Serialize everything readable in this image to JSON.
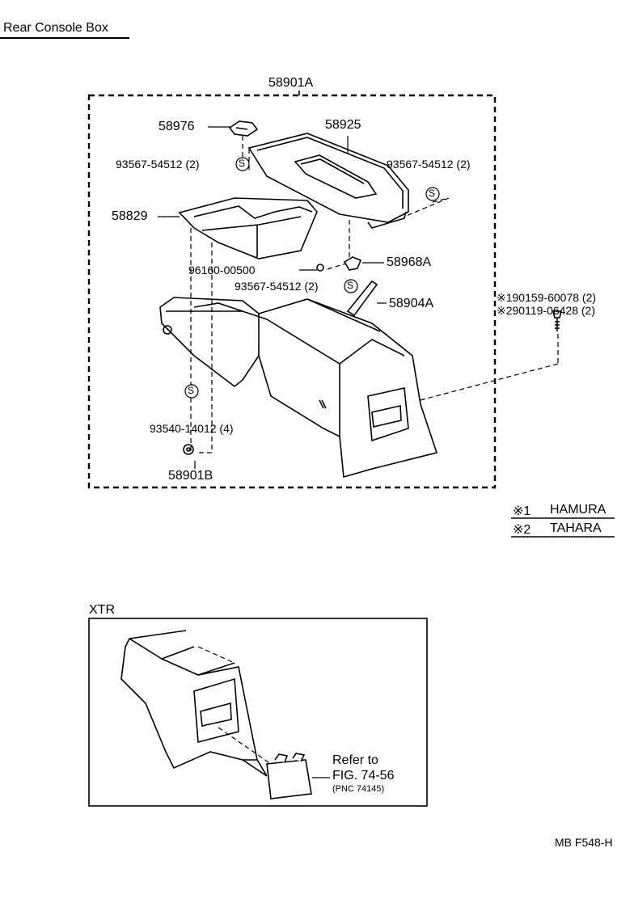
{
  "title": "Rear Console Box",
  "parts": {
    "assy": "58901A",
    "p58976": "58976",
    "p58925": "58925",
    "screw_left": "93567-54512 (2)",
    "screw_right": "93567-54512 (2)",
    "p58829": "58829",
    "p96160": "96160-00500",
    "p58968a": "58968A",
    "screw_mid": "93567-54512 (2)",
    "p58904a": "58904A",
    "bolt1": "※190159-60078 (2)",
    "bolt2": "※290119-06428 (2)",
    "screw_low": "93540-14012 (4)",
    "p58901b": "58901B",
    "s_mark": "S"
  },
  "legend": {
    "mark1": "※1",
    "plant1": "HAMURA",
    "mark2": "※2",
    "plant2": "TAHARA"
  },
  "xtr": {
    "label": "XTR",
    "refer_line1": "Refer to",
    "refer_line2": "FIG. 74-56",
    "refer_line3": "(PNC 74145)"
  },
  "code": "MB F548-H"
}
